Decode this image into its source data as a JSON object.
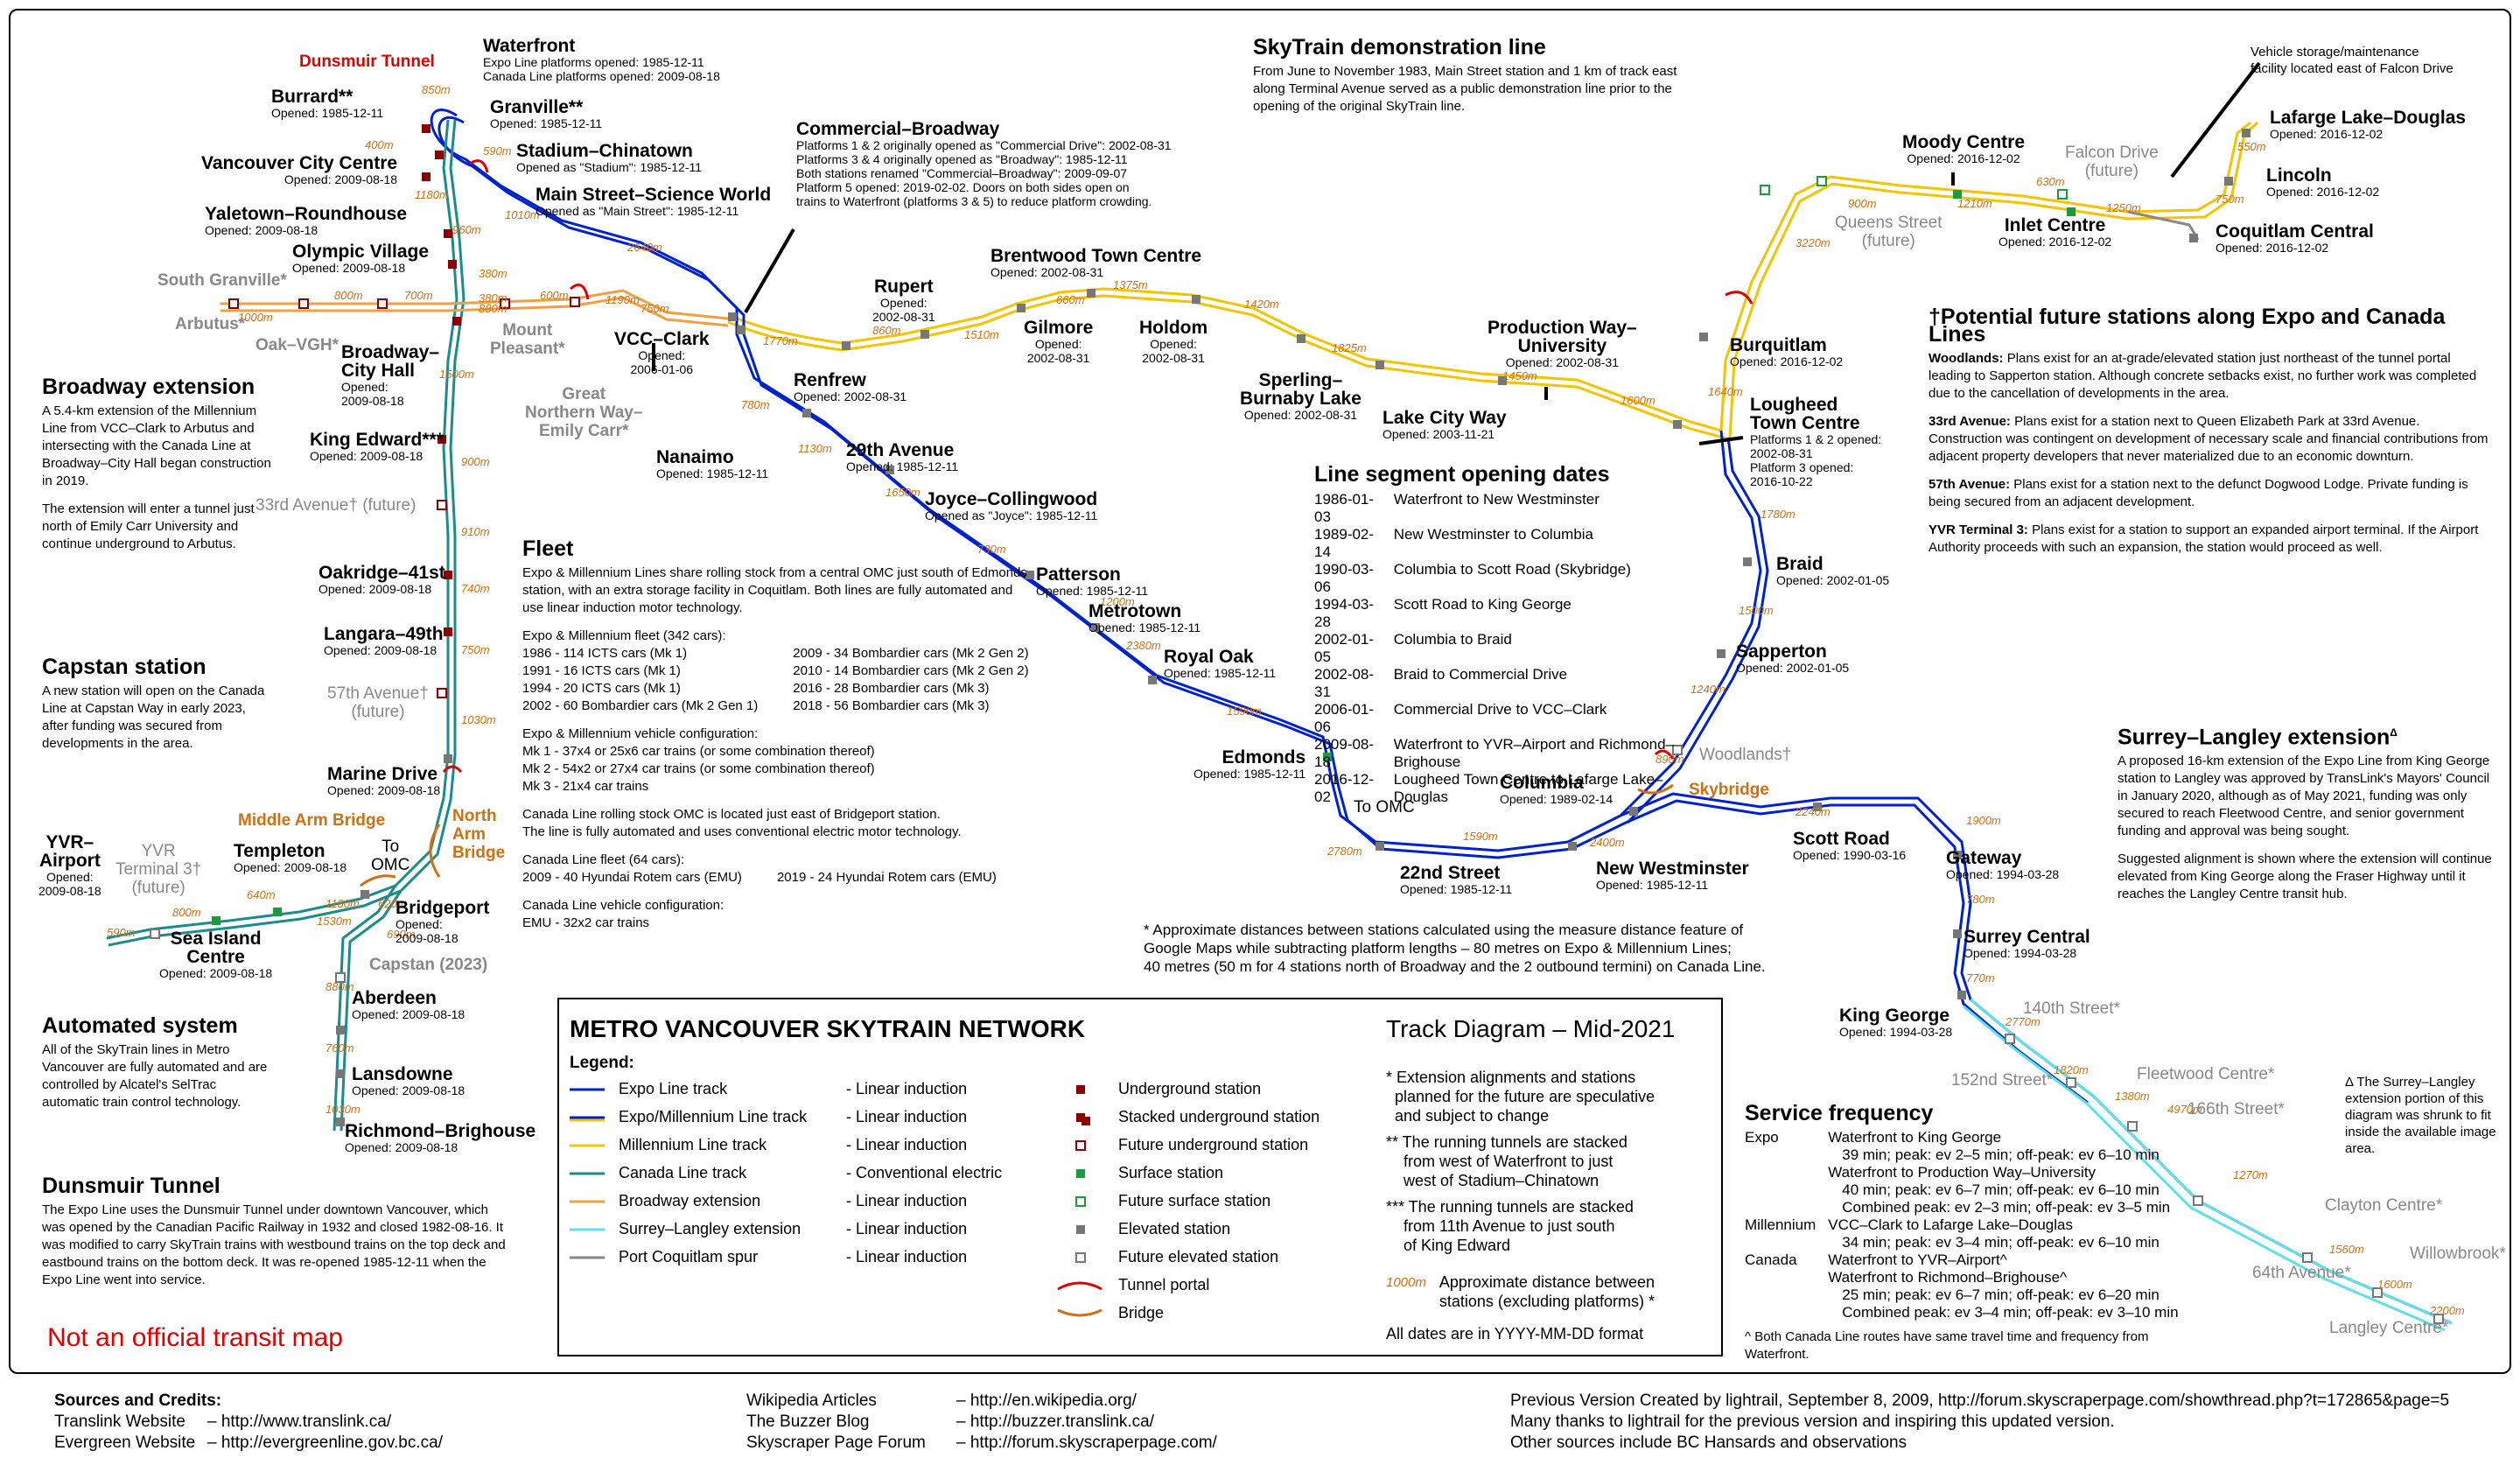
{
  "stations": {
    "dunsmuir_tunnel": "Dunsmuir Tunnel",
    "waterfront": {
      "name": "Waterfront",
      "sub1": "Expo Line platforms opened: 1985-12-11",
      "sub2": "Canada Line platforms opened: 2009-08-18"
    },
    "burrard": {
      "name": "Burrard**",
      "sub": "Opened: 1985-12-11"
    },
    "granville": {
      "name": "Granville**",
      "sub": "Opened: 1985-12-11"
    },
    "stadium": {
      "name": "Stadium–Chinatown",
      "sub": "Opened as \"Stadium\": 1985-12-11"
    },
    "vancouver_city_centre": {
      "name": "Vancouver City Centre",
      "sub": "Opened: 2009-08-18"
    },
    "main_street": {
      "name": "Main Street–Science World",
      "sub": "Opened as \"Main Street\": 1985-12-11"
    },
    "yaletown": {
      "name": "Yaletown–Roundhouse",
      "sub": "Opened: 2009-08-18"
    },
    "olympic_village": {
      "name": "Olympic Village",
      "sub": "Opened: 2009-08-18"
    },
    "south_granville": "South Granville*",
    "arbutus": "Arbutus*",
    "oak_vgh": "Oak–VGH*",
    "broadway_city_hall": {
      "name": "Broadway–",
      "name2": "City Hall",
      "sub": "Opened:",
      "sub2": "2009-08-18"
    },
    "mount_pleasant": {
      "l1": "Mount",
      "l2": "Pleasant*"
    },
    "great_northern": {
      "l1": "Great",
      "l2": "Northern Way–",
      "l3": "Emily Carr*"
    },
    "vcc_clark": {
      "name": "VCC–Clark",
      "sub": "Opened:",
      "sub2": "2006-01-06"
    },
    "commercial_broadway": {
      "name": "Commercial–Broadway",
      "notes": [
        "Platforms 1 & 2 originally opened as \"Commercial Drive\": 2002-08-31",
        "Platforms 3 & 4 originally opened as \"Broadway\": 1985-12-11",
        "Both stations renamed \"Commercial–Broadway\": 2009-09-07",
        "Platform 5 opened: 2019-02-02. Doors on both sides open on",
        "trains to Waterfront (platforms 3 & 5) to reduce platform crowding."
      ]
    },
    "king_edward": {
      "name": "King Edward***",
      "sub": "Opened: 2009-08-18"
    },
    "33rd_avenue": "33rd Avenue† (future)",
    "oakridge": {
      "name": "Oakridge–41st",
      "sub": "Opened: 2009-08-18"
    },
    "langara": {
      "name": "Langara–49th",
      "sub": "Opened: 2009-08-18"
    },
    "57th_avenue": {
      "l1": "57th Avenue†",
      "l2": "(future)"
    },
    "marine_drive": {
      "name": "Marine Drive",
      "sub": "Opened: 2009-08-18"
    },
    "middle_arm_bridge": "Middle Arm Bridge",
    "north_arm_bridge": {
      "l1": "North",
      "l2": "Arm",
      "l3": "Bridge"
    },
    "to_omc_canada": {
      "l1": "To",
      "l2": "OMC"
    },
    "yvr_airport": {
      "name": "YVR–",
      "name2": "Airport",
      "sub": "Opened:",
      "sub2": "2009-08-18"
    },
    "yvr_terminal3": {
      "l1": "YVR",
      "l2": "Terminal 3†",
      "l3": "(future)"
    },
    "templeton": {
      "name": "Templeton",
      "sub": "Opened: 2009-08-18"
    },
    "sea_island": {
      "name": "Sea Island",
      "name2": "Centre",
      "sub": "Opened: 2009-08-18"
    },
    "bridgeport": {
      "name": "Bridgeport",
      "sub": "Opened:",
      "sub2": "2009-08-18"
    },
    "capstan": "Capstan (2023)",
    "aberdeen": {
      "name": "Aberdeen",
      "sub": "Opened: 2009-08-18"
    },
    "lansdowne": {
      "name": "Lansdowne",
      "sub": "Opened: 2009-08-18"
    },
    "richmond_brighouse": {
      "name": "Richmond–Brighouse",
      "sub": "Opened: 2009-08-18"
    },
    "rupert": {
      "name": "Rupert",
      "sub": "Opened:",
      "sub2": "2002-08-31"
    },
    "renfrew": {
      "name": "Renfrew",
      "sub": "Opened: 2002-08-31"
    },
    "brentwood": {
      "name": "Brentwood Town Centre",
      "sub": "Opened: 2002-08-31"
    },
    "gilmore": {
      "name": "Gilmore",
      "sub": "Opened:",
      "sub2": "2002-08-31"
    },
    "holdom": {
      "name": "Holdom",
      "sub": "Opened:",
      "sub2": "2002-08-31"
    },
    "sperling": {
      "name": "Sperling–",
      "name2": "Burnaby Lake",
      "sub": "Opened: 2002-08-31"
    },
    "lake_city": {
      "name": "Lake City Way",
      "sub": "Opened: 2003-11-21"
    },
    "production_way": {
      "name": "Production Way–",
      "name2": "University",
      "sub": "Opened: 2002-08-31"
    },
    "nanaimo": {
      "name": "Nanaimo",
      "sub": "Opened: 1985-12-11"
    },
    "29th_avenue": {
      "name": "29th Avenue",
      "sub": "Opened: 1985-12-11"
    },
    "joyce": {
      "name": "Joyce–Collingwood",
      "sub": "Opened as \"Joyce\": 1985-12-11"
    },
    "patterson": {
      "name": "Patterson",
      "sub": "Opened: 1985-12-11"
    },
    "metrotown": {
      "name": "Metrotown",
      "sub": "Opened: 1985-12-11"
    },
    "royal_oak": {
      "name": "Royal Oak",
      "sub": "Opened: 1985-12-11"
    },
    "edmonds": {
      "name": "Edmonds",
      "sub": "Opened: 1985-12-11"
    },
    "to_omc": "To OMC",
    "22nd_street": {
      "name": "22nd Street",
      "sub": "Opened: 1985-12-11"
    },
    "columbia": {
      "name": "Columbia",
      "sub": "Opened: 1989-02-14"
    },
    "new_westminster": {
      "name": "New Westminster",
      "sub": "Opened: 1985-12-11"
    },
    "skybridge": "Skybridge",
    "woodlands": "Woodlands†",
    "scott_road": {
      "name": "Scott Road",
      "sub": "Opened: 1990-03-16"
    },
    "gateway": {
      "name": "Gateway",
      "sub": "Opened: 1994-03-28"
    },
    "surrey_central": {
      "name": "Surrey Central",
      "sub": "Opened: 1994-03-28"
    },
    "king_george": {
      "name": "King George",
      "sub": "Opened: 1994-03-28"
    },
    "braid": {
      "name": "Braid",
      "sub": "Opened: 2002-01-05"
    },
    "sapperton": {
      "name": "Sapperton",
      "sub": "Opened: 2002-01-05"
    },
    "lougheed": {
      "name": "Lougheed",
      "name2": "Town Centre",
      "sub": "Platforms 1 & 2 opened:",
      "sub2": "2002-08-31",
      "sub3": "Platform 3 opened:",
      "sub4": "2016-10-22"
    },
    "burquitlam": {
      "name": "Burquitlam",
      "sub": "Opened: 2016-12-02"
    },
    "moody_centre": {
      "name": "Moody Centre",
      "sub": "Opened: 2016-12-02"
    },
    "queens_street": {
      "l1": "Queens Street",
      "l2": "(future)"
    },
    "falcon_drive": {
      "l1": "Falcon Drive",
      "l2": "(future)"
    },
    "inlet_centre": {
      "name": "Inlet Centre",
      "sub": "Opened: 2016-12-02"
    },
    "coquitlam_central": {
      "name": "Coquitlam Central",
      "sub": "Opened: 2016-12-02"
    },
    "lincoln": {
      "name": "Lincoln",
      "sub": "Opened: 2016-12-02"
    },
    "lafarge": {
      "name": "Lafarge Lake–Douglas",
      "sub": "Opened: 2016-12-02"
    },
    "vehicle_storage": {
      "l1": "Vehicle storage/maintenance",
      "l2": "facility located east of Falcon Drive"
    },
    "140th": "140th Street*",
    "152nd": "152nd Street*",
    "fleetwood": "Fleetwood Centre*",
    "166th": "166th Street*",
    "clayton": "Clayton Centre*",
    "64th": "64th Avenue*",
    "willowbrook": "Willowbrook*",
    "langley": "Langley Centre*"
  },
  "distances": [
    "850m",
    "400m",
    "590m",
    "1180m",
    "1010m",
    "960m",
    "2640m",
    "380m",
    "380m",
    "700m",
    "800m",
    "1000m",
    "880m",
    "600m",
    "1190m",
    "750m",
    "1770m",
    "860m",
    "1510m",
    "660m",
    "1375m",
    "1420m",
    "1825m",
    "1450m",
    "1600m",
    "1640m",
    "3220m",
    "900m",
    "1210m",
    "630m",
    "1250m",
    "550m",
    "750m",
    "1500m",
    "900m",
    "910m",
    "740m",
    "750m",
    "1030m",
    "1180m",
    "1530m",
    "800m",
    "590m",
    "640m",
    "620m",
    "690m",
    "880m",
    "760m",
    "1030m",
    "780m",
    "1130m",
    "1650m",
    "730m",
    "1200m",
    "2380m",
    "1590m",
    "2780m",
    "1590m",
    "2400m",
    "2240m",
    "1900m",
    "780m",
    "770m",
    "2770m",
    "1820m",
    "1380m",
    "4970m",
    "1270m",
    "1560m",
    "1600m",
    "2200m",
    "1780m",
    "1500m",
    "1240m",
    "890m"
  ],
  "text_blocks": {
    "broadway": {
      "title": "Broadway extension",
      "p1": "A 5.4-km extension of the Millennium Line from VCC–Clark to Arbutus and intersecting with the Canada Line at Broadway–City Hall began construction in 2019.",
      "p2": "The extension will enter a tunnel just north of Emily Carr University and continue underground to Arbutus."
    },
    "capstan": {
      "title": "Capstan station",
      "p1": "A new station will open on the Canada Line at Capstan Way in early 2023, after funding was secured from developments in the area."
    },
    "automated": {
      "title": "Automated system",
      "p1": "All of the SkyTrain lines in Metro Vancouver are fully automated and are controlled by Alcatel's SelTrac automatic train control technology."
    },
    "dunsmuir": {
      "title": "Dunsmuir Tunnel",
      "p1": "The Expo Line uses the Dunsmuir Tunnel under downtown Vancouver, which was opened by the Canadian Pacific Railway in 1932 and closed 1982-08-16. It was modified to carry SkyTrain trains with westbound trains on the top deck and eastbound trains on the bottom deck. It was re-opened 1985-12-11 when the Expo Line went into service."
    },
    "watermark": "Not an official transit map",
    "demo": {
      "title": "SkyTrain demonstration line",
      "p1": "From June to November 1983, Main Street station and 1 km of track east along Terminal Avenue served as a public demonstration line prior to the opening of the original SkyTrain line."
    },
    "fleet": {
      "title": "Fleet",
      "p1": "Expo & Millennium Lines share rolling stock from a central OMC just south of Edmonds station, with an extra storage facility in Coquitlam. Both lines are fully automated and use linear induction motor technology.",
      "fleet_head": "Expo & Millennium fleet (342 cars):",
      "fleet_left": [
        "1986 - 114 ICTS cars (Mk 1)",
        "1991 - 16 ICTS cars (Mk 1)",
        "1994 - 20 ICTS cars (Mk 1)",
        "2002 - 60 Bombardier cars (Mk 2 Gen 1)"
      ],
      "fleet_right": [
        "2009 - 34 Bombardier cars (Mk 2 Gen 2)",
        "2010 - 14 Bombardier cars (Mk 2 Gen 2)",
        "2016 - 28 Bombardier cars (Mk 3)",
        "2018 - 56 Bombardier cars (Mk 3)"
      ],
      "config_head": "Expo & Millennium vehicle configuration:",
      "config": [
        "Mk 1 - 37x4 or 25x6 car trains (or some combination thereof)",
        "Mk 2 - 54x2 or 27x4 car trains (or some combination thereof)",
        "Mk 3 - 21x4 car trains"
      ],
      "canada_omc": "Canada Line rolling stock OMC is located just east of Bridgeport station.",
      "canada_omc2": "The line is fully automated and uses conventional electric motor technology.",
      "canada_fleet_head": "Canada Line fleet (64 cars):",
      "canada_fleet_left": "2009 - 40 Hyundai Rotem cars (EMU)",
      "canada_fleet_right": "2019 - 24 Hyundai Rotem cars (EMU)",
      "canada_config_head": "Canada Line vehicle configuration:",
      "canada_config": "EMU - 32x2 car trains"
    },
    "segments": {
      "title": "Line segment opening dates",
      "rows": [
        [
          "1986-01-03",
          "Waterfront to New Westminster"
        ],
        [
          "1989-02-14",
          "New Westminster to Columbia"
        ],
        [
          "1990-03-06",
          "Columbia to Scott Road (Skybridge)"
        ],
        [
          "1994-03-28",
          "Scott Road to King George"
        ],
        [
          "2002-01-05",
          "Columbia to Braid"
        ],
        [
          "2002-08-31",
          "Braid to Commercial Drive"
        ],
        [
          "2006-01-06",
          "Commercial Drive to VCC–Clark"
        ],
        [
          "2009-08-18",
          "Waterfront to YVR–Airport and Richmond–Brighouse"
        ],
        [
          "2016-12-02",
          "Lougheed Town Centre to Lafarge Lake–Douglas"
        ]
      ]
    },
    "approx": {
      "l1": "* Approximate distances between stations calculated using the measure distance feature of",
      "l2": "Google Maps while subtracting platform lengths – 80 metres on Expo & Millennium Lines;",
      "l3": "40 metres (50 m for 4 stations north of Broadway and the 2 outbound termini) on Canada Line."
    },
    "future": {
      "title": "†Potential future stations along Expo and Canada Lines",
      "woodlands_h": "Woodlands:",
      "woodlands": "Plans exist for an at-grade/elevated station just northeast of the tunnel portal leading to Sapperton station. Although concrete setbacks exist, no further work was completed due to the cancellation of developments in the area.",
      "33rd_h": "33rd Avenue:",
      "33rd": "Plans exist for a station next to Queen Elizabeth Park at 33rd Avenue. Construction was contingent on development of necessary scale and financial contributions from adjacent property developers that never materialized due to an economic downturn.",
      "57th_h": "57th Avenue:",
      "57th": "Plans exist for a station next to the defunct Dogwood Lodge. Private funding is being secured from an adjacent development.",
      "yvr_h": "YVR Terminal 3:",
      "yvr": "Plans exist for a station to support an expanded airport terminal. If the Airport Authority proceeds with such an expansion, the station would proceed as well."
    },
    "surrey": {
      "title": "Surrey–Langley extension",
      "sup": "Δ",
      "p1": "A proposed 16-km extension of the Expo Line from King George station to Langley was approved by TransLink's Mayors' Council in January 2020, although as of May 2021, funding was only secured to reach Fleetwood Centre, and senior government funding and approval was being sought.",
      "p2": "Suggested alignment is shown where the extension will continue elevated from King George along the Fraser Highway until it reaches the Langley Centre transit hub.",
      "note": "Δ The Surrey–Langley extension portion of this diagram was shrunk to fit inside the available image area."
    },
    "service": {
      "title": "Service frequency",
      "rows": [
        [
          "Expo",
          "Waterfront to King George"
        ],
        [
          "",
          "39 min; peak: ev 2–5 min; off-peak: ev 6–10 min"
        ],
        [
          "",
          "Waterfront to Production Way–University"
        ],
        [
          "",
          "40 min; peak: ev 6–7 min; off-peak: ev 6–10 min"
        ],
        [
          "",
          "Combined peak: ev 2–3 min; off-peak: ev 3–5 min"
        ],
        [
          "Millennium",
          "VCC–Clark to Lafarge Lake–Douglas"
        ],
        [
          "",
          "34 min; peak: ev 3–4 min; off-peak: ev 6–10 min"
        ],
        [
          "Canada",
          "Waterfront to YVR–Airport^"
        ],
        [
          "",
          "Waterfront to Richmond–Brighouse^"
        ],
        [
          "",
          "25 min; peak: ev 6–7 min; off-peak: ev 6–20 min"
        ],
        [
          "",
          "Combined peak: ev 3–4 min; off-peak: ev 3–10 min"
        ]
      ],
      "foot": "^ Both Canada Line routes have same travel time and frequency from Waterfront."
    }
  },
  "legend": {
    "title": "METRO VANCOUVER SKYTRAIN NETWORK",
    "subtitle": "Track Diagram – Mid-2021",
    "legend_label": "Legend:",
    "lines": [
      {
        "name": "Expo Line track",
        "tech": "- Linear induction",
        "color": "#0022cc"
      },
      {
        "name": "Expo/Millennium Line track",
        "tech": "- Linear induction",
        "color": "#0022cc"
      },
      {
        "name": "Millennium Line track",
        "tech": "- Linear induction",
        "color": "#f5c400"
      },
      {
        "name": "Canada Line track",
        "tech": "- Conventional electric",
        "color": "#1a8c8c"
      },
      {
        "name": "Broadway extension",
        "tech": "- Linear induction",
        "color": "#f0a040"
      },
      {
        "name": "Surrey–Langley extension",
        "tech": "- Linear induction",
        "color": "#60e0e8"
      },
      {
        "name": "Port Coquitlam spur",
        "tech": "- Linear induction",
        "color": "#888888"
      }
    ],
    "symbols": [
      "Underground station",
      "Stacked underground station",
      "Future underground station",
      "Surface station",
      "Future surface station",
      "Elevated station",
      "Future elevated station",
      "Tunnel portal",
      "Bridge"
    ],
    "notes": [
      "* Extension alignments and stations",
      "planned for the future are speculative",
      "and subject to change",
      "** The running tunnels are stacked",
      "from west of Waterfront to just",
      "west of Stadium–Chinatown",
      "*** The running tunnels are stacked",
      "from 11th Avenue to just south",
      "of King Edward"
    ],
    "dist_sample": "1000m",
    "dist_text1": "Approximate distance between",
    "dist_text2": "stations (excluding platforms) *",
    "dates_note": "All dates are in YYYY-MM-DD format"
  },
  "footer": {
    "sources_title": "Sources and Credits:",
    "c1": [
      [
        "Translink Website",
        "– http://www.translink.ca/"
      ],
      [
        "Evergreen Website",
        "– http://evergreenline.gov.bc.ca/"
      ]
    ],
    "c2": [
      [
        "Wikipedia Articles",
        "– http://en.wikipedia.org/"
      ],
      [
        "The Buzzer Blog",
        "– http://buzzer.translink.ca/"
      ],
      [
        "Skyscraper Page Forum",
        "– http://forum.skyscraperpage.com/"
      ]
    ],
    "c3": [
      "Previous Version Created by lightrail, September 8, 2009, http://forum.skyscraperpage.com/showthread.php?t=172865&page=5",
      "Many thanks to lightrail for the previous version and inspiring this updated version.",
      "Other sources include BC Hansards and observations"
    ]
  },
  "colors": {
    "expo": "#0022cc",
    "millennium": "#f5c400",
    "canada": "#1a8c8c",
    "broadway": "#f0a040",
    "surrey": "#60e0e8",
    "spur": "#888888",
    "underground": "#8b0000",
    "surface": "#1a9c3c",
    "elevated": "#777777",
    "tunnel": "#e00000",
    "bridge": "#d07010"
  }
}
